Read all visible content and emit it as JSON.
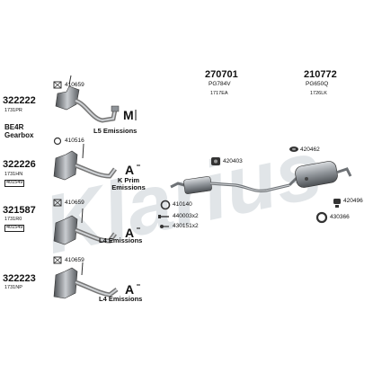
{
  "watermark": {
    "text": "Klarius",
    "color": "#c8cfd6"
  },
  "left_column": [
    {
      "part_no": "322222",
      "ref": "1731PR",
      "extra": "BE4R Gearbox",
      "sensor": "410659",
      "emissions": "L5 Emissions",
      "icon": "m-mark"
    },
    {
      "part_no": "322226",
      "ref": "1731HN",
      "box_ref": "401549",
      "sensor": "410516",
      "emissions": "K Prim Emissions",
      "icon": "a-mark"
    },
    {
      "part_no": "321587",
      "ref": "1731R0",
      "box_ref": "401549",
      "sensor": "410659",
      "emissions": "L4 Emissions",
      "icon": "a-mark"
    },
    {
      "part_no": "322223",
      "ref": "1731NP",
      "sensor": "410659",
      "emissions": "L4 Emissions",
      "icon": "a-mark"
    }
  ],
  "center_parts": [
    {
      "part_no": "270701",
      "alt": "PG784V",
      "ref": "1717EA"
    },
    {
      "part_no": "210772",
      "alt": "PG650Q",
      "ref": "1726LK"
    }
  ],
  "fittings": {
    "f420462": "420462",
    "f420403": "420403",
    "f420496": "420496",
    "f430366": "430366",
    "f410140": "410140",
    "f440003": "440003x2",
    "f430151": "430151x2"
  },
  "colors": {
    "part_gray": "#8e9398",
    "part_dark": "#55595e",
    "line": "#222222"
  }
}
